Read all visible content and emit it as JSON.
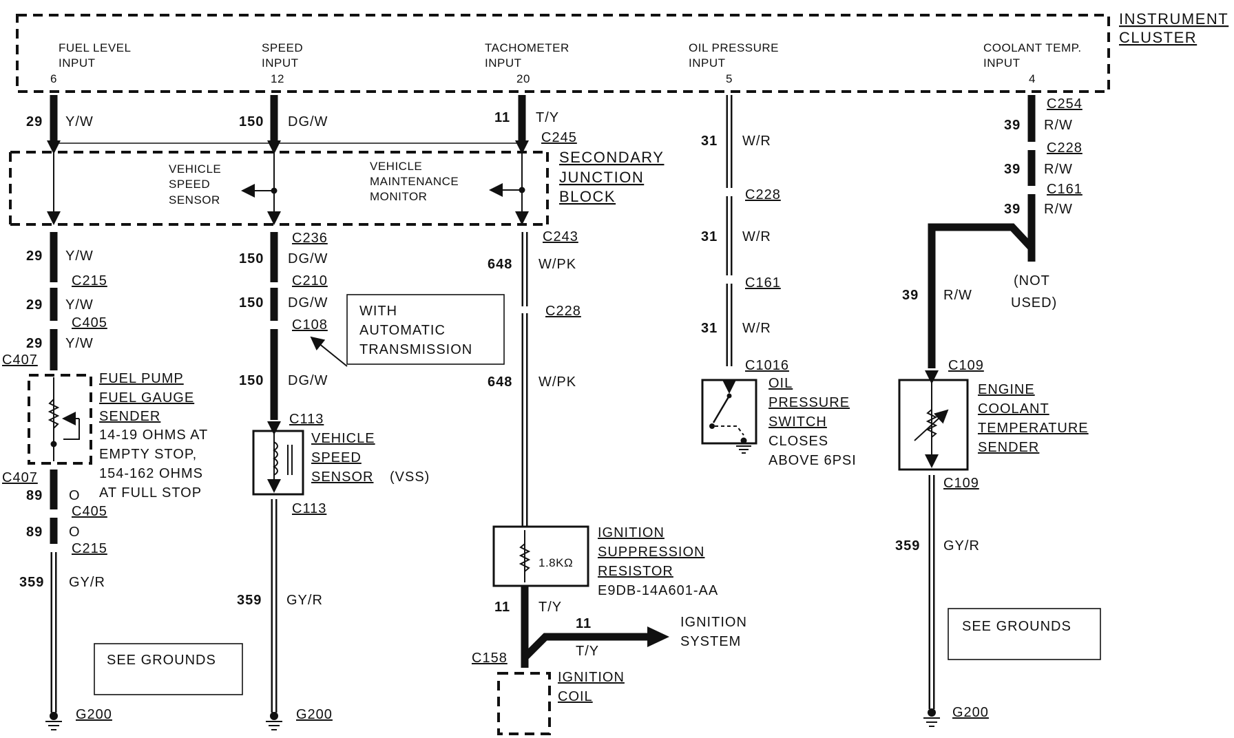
{
  "cluster": {
    "title_line1": "INSTRUMENT",
    "title_line2": "CLUSTER",
    "inputs": [
      {
        "l1": "FUEL LEVEL",
        "l2": "INPUT",
        "pin": "6"
      },
      {
        "l1": "SPEED",
        "l2": "INPUT",
        "pin": "12"
      },
      {
        "l1": "TACHOMETER",
        "l2": "INPUT",
        "pin": "20"
      },
      {
        "l1": "OIL PRESSURE",
        "l2": "INPUT",
        "pin": "5"
      },
      {
        "l1": "COOLANT TEMP.",
        "l2": "INPUT",
        "pin": "4"
      }
    ]
  },
  "junction_block": {
    "title_line1": "SECONDARY",
    "title_line2": "JUNCTION",
    "title_line3": "BLOCK",
    "vss_l1": "VEHICLE",
    "vss_l2": "SPEED",
    "vss_l3": "SENSOR",
    "vmm_l1": "VEHICLE",
    "vmm_l2": "MAINTENANCE",
    "vmm_l3": "MONITOR"
  },
  "fuel_circuit": {
    "w1_num": "29",
    "w1_color": "Y/W",
    "w2_num": "29",
    "w2_color": "Y/W",
    "c215": "C215",
    "w3_num": "29",
    "w3_color": "Y/W",
    "c405": "C405",
    "w4_num": "29",
    "w4_color": "Y/W",
    "c407_top": "C407",
    "sender_l1": "FUEL PUMP",
    "sender_l2": "FUEL GAUGE",
    "sender_l3": "SENDER",
    "spec_l1": "14-19 OHMS AT",
    "spec_l2": "EMPTY  STOP,",
    "spec_l3": "154-162 OHMS",
    "spec_l4": "AT FULL STOP",
    "c407_bot": "C407",
    "w5_num": "89",
    "w5_color": "O",
    "c405_b": "C405",
    "w6_num": "89",
    "w6_color": "O",
    "c215_b": "C215",
    "w7_num": "359",
    "w7_color": "GY/R",
    "see_grounds": "SEE GROUNDS",
    "ground": "G200"
  },
  "speed_circuit": {
    "w1_num": "150",
    "w1_color": "DG/W",
    "c236": "C236",
    "w2_num": "150",
    "w2_color": "DG/W",
    "c210": "C210",
    "w3_num": "150",
    "w3_color": "DG/W",
    "c108": "C108",
    "note_l1": "WITH",
    "note_l2": "AUTOMATIC",
    "note_l3": "TRANSMISSION",
    "w4_num": "150",
    "w4_color": "DG/W",
    "c113_top": "C113",
    "vss_l1": "VEHICLE",
    "vss_l2": "SPEED",
    "vss_l3": "SENSOR",
    "vss_abbr": "(VSS)",
    "c113_bot": "C113",
    "w5_num": "359",
    "w5_color": "GY/R",
    "ground": "G200"
  },
  "tach_circuit": {
    "w1_num": "11",
    "w1_color": "T/Y",
    "c245": "C245",
    "c243": "C243",
    "w2_num": "648",
    "w2_color": "W/PK",
    "c228": "C228",
    "w3_num": "648",
    "w3_color": "W/PK",
    "res_value": "1.8KΩ",
    "res_l1": "IGNITION",
    "res_l2": "SUPPRESSION",
    "res_l3": "RESISTOR",
    "res_part": "E9DB-14A601-AA",
    "w4_num": "11",
    "w4_color": "T/Y",
    "branch_num": "11",
    "branch_color": "T/Y",
    "ign_l1": "IGNITION",
    "ign_l2": "SYSTEM",
    "c158": "C158",
    "coil_l1": "IGNITION",
    "coil_l2": "COIL"
  },
  "oil_circuit": {
    "w1_num": "31",
    "w1_color": "W/R",
    "c228": "C228",
    "w2_num": "31",
    "w2_color": "W/R",
    "c161": "C161",
    "w3_num": "31",
    "w3_color": "W/R",
    "c1016": "C1016",
    "sw_l1": "OIL",
    "sw_l2": "PRESSURE",
    "sw_l3": "SWITCH",
    "sw_l4": "CLOSES",
    "sw_l5": "ABOVE 6PSI"
  },
  "coolant_circuit": {
    "c254": "C254",
    "w1_num": "39",
    "w1_color": "R/W",
    "c228": "C228",
    "w2_num": "39",
    "w2_color": "R/W",
    "c161": "C161",
    "w3_num": "39",
    "w3_color": "R/W",
    "not_used_l1": "(NOT",
    "not_used_l2": "USED)",
    "w4_num": "39",
    "w4_color": "R/W",
    "c109_top": "C109",
    "sender_l1": "ENGINE",
    "sender_l2": "COOLANT",
    "sender_l3": "TEMPERATURE",
    "sender_l4": "SENDER",
    "c109_bot": "C109",
    "w5_num": "359",
    "w5_color": "GY/R",
    "see_grounds": "SEE GROUNDS",
    "ground": "G200"
  }
}
